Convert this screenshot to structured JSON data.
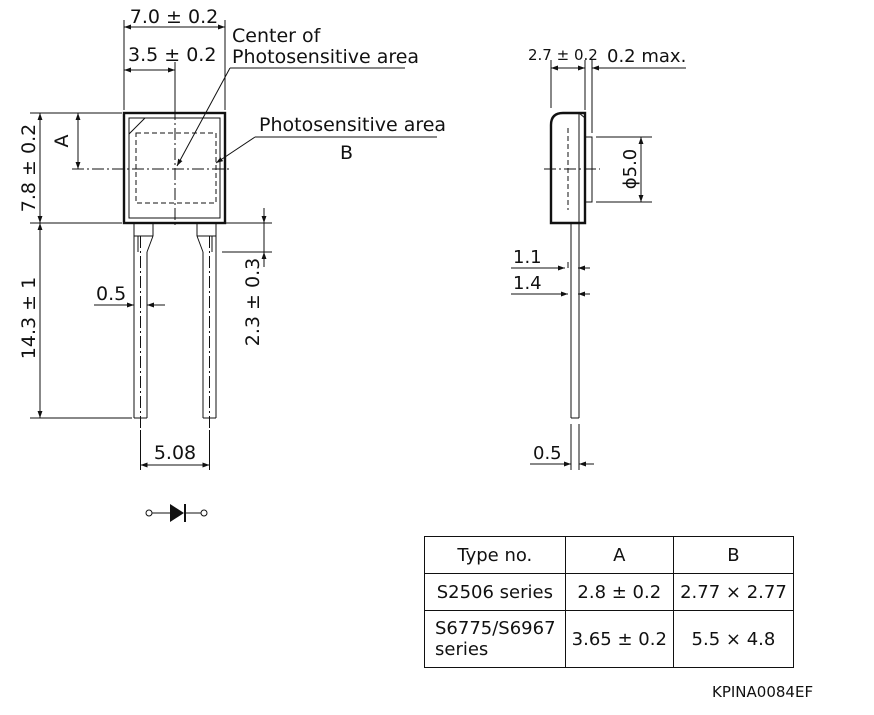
{
  "front_view": {
    "dim_width": "7.0 ± 0.2",
    "dim_center_offset": "3.5 ± 0.2",
    "dim_height": "7.8 ± 0.2",
    "dim_a": "A",
    "dim_lead_length": "14.3 ± 1",
    "dim_lead_width": "0.5",
    "dim_lead_pitch": "5.08",
    "dim_lead_step": "2.3 ± 0.3",
    "label_center_line1": "Center of",
    "label_center_line2": "Photosensitive area",
    "label_area": "Photosensitive area",
    "label_area_b": "B"
  },
  "side_view": {
    "dim_thickness": "2.7 ± 0.2",
    "dim_window": "0.2 max.",
    "dim_diameter": "ϕ5.0",
    "dim_lead_offset1": "1.1",
    "dim_lead_offset2": "1.4",
    "dim_lead_width": "0.5"
  },
  "type_table": {
    "headers": [
      "Type no.",
      "A",
      "B"
    ],
    "rows": [
      {
        "type_line1": "S2506 series",
        "type_line2": "",
        "a": "2.8 ± 0.2",
        "b": "2.77 × 2.77"
      },
      {
        "type_line1": "S6775/S6967",
        "type_line2": "series",
        "a": "3.65 ± 0.2",
        "b": "5.5 × 4.8"
      }
    ]
  },
  "document_code": "KPINA0084EF",
  "symbols": {
    "diode": "photodiode-symbol-icon",
    "arrowhead": "dimension-arrow-icon"
  }
}
